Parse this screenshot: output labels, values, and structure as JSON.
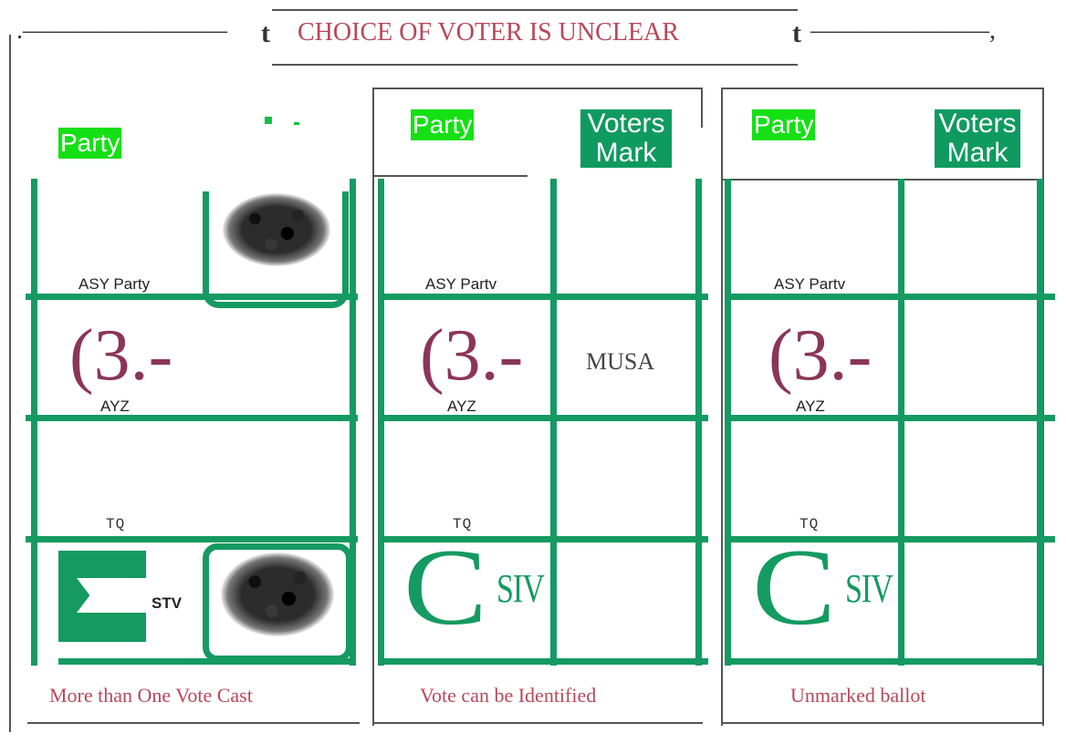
{
  "header": {
    "title": "CHOICE OF VOTER IS UNCLEAR",
    "marker": "t"
  },
  "colors": {
    "green": "#159a62",
    "bright_green": "#14e014",
    "red_text": "#b8475a",
    "plum": "#8b3558"
  },
  "panels": [
    {
      "party_label": "Party",
      "rows": [
        {
          "name": "ASY Party",
          "symbol": ""
        },
        {
          "name": "AYZ",
          "symbol": "(3.-"
        },
        {
          "name": "TQ",
          "symbol": ""
        },
        {
          "name": "STV",
          "symbol": ""
        }
      ],
      "caption": "More than One Vote Cast"
    },
    {
      "party_label": "Party",
      "voters_mark_label": "Voters Mark",
      "rows": [
        {
          "name": "ASY Partv",
          "symbol": ""
        },
        {
          "name": "AYZ",
          "symbol": "(3.-",
          "mark": "MUSA"
        },
        {
          "name": "TQ",
          "symbol": ""
        },
        {
          "name": "",
          "symbol": "C",
          "sub": "SIV"
        }
      ],
      "caption": "Vote can be Identified"
    },
    {
      "party_label": "Party",
      "voters_mark_label": "Voters Mark",
      "rows": [
        {
          "name": "ASY Partv",
          "symbol": ""
        },
        {
          "name": "AYZ",
          "symbol": "(3.-"
        },
        {
          "name": "TQ",
          "symbol": ""
        },
        {
          "name": "",
          "symbol": "C",
          "sub": "SIV"
        }
      ],
      "caption": "Unmarked ballot"
    }
  ]
}
